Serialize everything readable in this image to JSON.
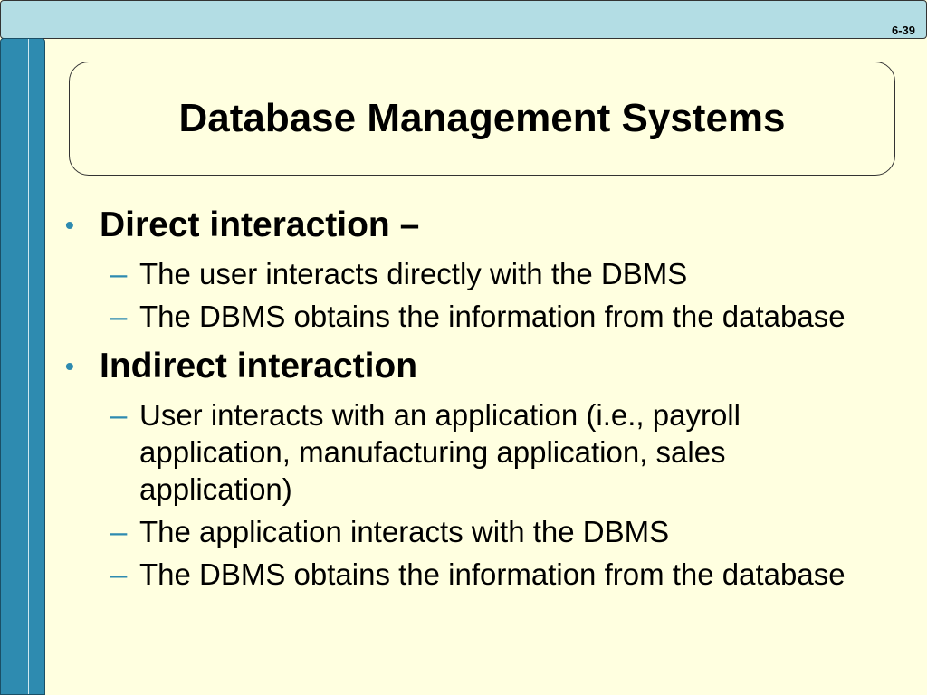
{
  "slide_number": "6-39",
  "title": "Database Management Systems",
  "bullets": [
    {
      "text": "Direct interaction –",
      "subs": [
        "The user interacts directly with the DBMS",
        "The DBMS obtains the information from the database"
      ]
    },
    {
      "text": "Indirect interaction",
      "subs": [
        "User interacts with an application (i.e., payroll application, manufacturing application, sales application)",
        "The application interacts with the DBMS",
        "The DBMS obtains the information from the database"
      ]
    }
  ],
  "markers": {
    "bullet": "•",
    "sub": "–"
  },
  "colors": {
    "background": "#ffffe0",
    "top_bar": "#b3dde4",
    "side_bar": "#2e8bb0",
    "marker": "#2e8bb0"
  }
}
